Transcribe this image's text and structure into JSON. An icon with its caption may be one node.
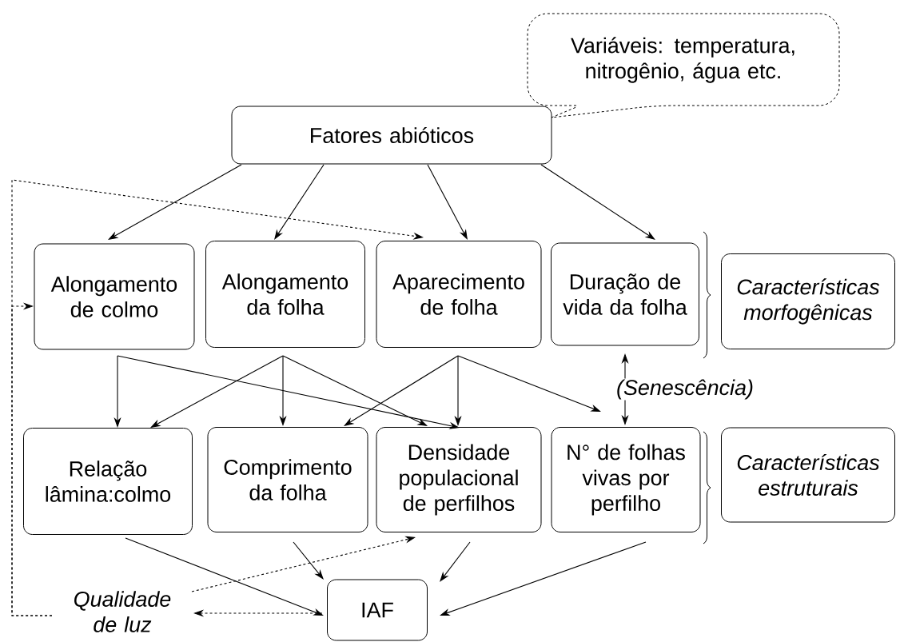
{
  "diagram": {
    "nodes": [
      {
        "text": [
          "Variáveis: temperatura, nitrogênio, água etc."
        ]
      },
      {
        "text": [
          "Fatores abióticos"
        ]
      },
      {
        "text": [
          "Alongamento de colmo"
        ]
      },
      {
        "text": [
          "Alongamento da folha"
        ]
      },
      {
        "text": [
          "Aparecimento de folha"
        ]
      },
      {
        "text": [
          "Duração de vida da folha"
        ]
      },
      {
        "text": [
          "Características morfogênicas"
        ]
      },
      {
        "text": [
          "Relação lâmina:colmo"
        ]
      },
      {
        "text": [
          "Comprimento da folha"
        ]
      },
      {
        "text": [
          "Densidade populacional de perfilhos"
        ]
      },
      {
        "text": [
          "N° de folhas vivas por perfilho"
        ]
      },
      {
        "text": [
          "Características estruturais"
        ]
      },
      {
        "text": [
          "IAF"
        ]
      },
      {
        "text": [
          "Qualidade de luz"
        ]
      }
    ],
    "edges": [
      {
        "from": 1,
        "to": 2,
        "arrow": "to"
      },
      {
        "from": 1,
        "to": 3,
        "arrow": "to"
      },
      {
        "from": 1,
        "to": 4,
        "arrow": "to"
      },
      {
        "from": 1,
        "to": 5,
        "arrow": "to"
      },
      {
        "from": 2,
        "to": 7,
        "arrow": "to"
      },
      {
        "from": 2,
        "to": 9,
        "arrow": "to"
      },
      {
        "from": 3,
        "to": 7,
        "arrow": "to"
      },
      {
        "from": 3,
        "to": 8,
        "arrow": "to"
      },
      {
        "from": 3,
        "to": 9,
        "arrow": "to"
      },
      {
        "from": 4,
        "to": 8,
        "arrow": "to"
      },
      {
        "from": 4,
        "to": 9,
        "arrow": "to"
      },
      {
        "from": 4,
        "to": 10,
        "arrow": "to"
      },
      {
        "from": 5,
        "to": 10,
        "arrow": "both",
        "label": "(Senescência)"
      },
      {
        "from": 7,
        "to": 12,
        "arrow": "to"
      },
      {
        "from": 8,
        "to": 12,
        "arrow": "to"
      },
      {
        "from": 9,
        "to": 12,
        "arrow": "to"
      },
      {
        "from": 10,
        "to": 12,
        "arrow": "to"
      },
      {
        "from": 12,
        "to": 13,
        "arrow": "to",
        "style": "dashed"
      },
      {
        "from": 13,
        "to": 9,
        "arrow": "to",
        "style": "dashed"
      },
      {
        "from": 13,
        "to": 2,
        "arrow": "to",
        "style": "dashed"
      },
      {
        "from": 13,
        "to": 4,
        "arrow": "to",
        "style": "dashed"
      }
    ]
  }
}
